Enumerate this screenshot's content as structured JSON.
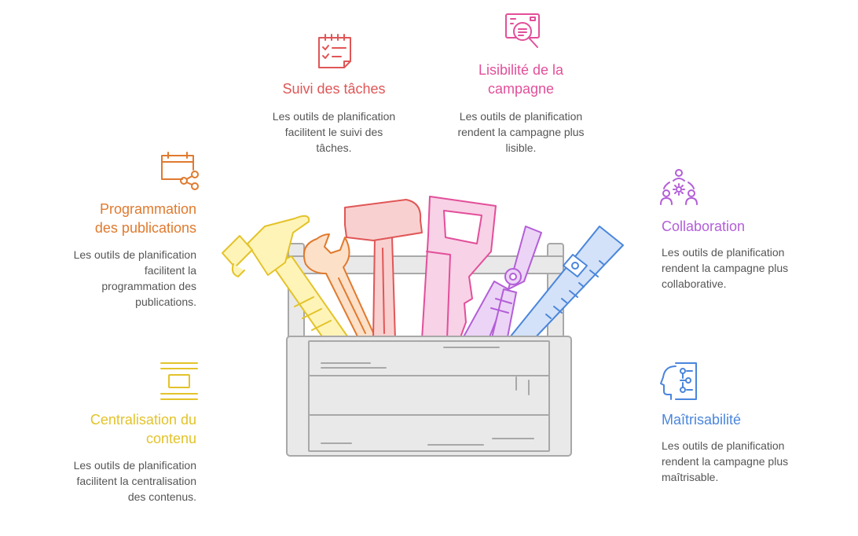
{
  "colors": {
    "suivi": "#e05656",
    "lisibilite": "#e24f9a",
    "programmation": "#e07a2e",
    "collaboration": "#b35ed8",
    "centralisation": "#e3c32a",
    "maitrisabilite": "#4a86dc",
    "box_fill": "#e9e9e9",
    "box_stroke": "#a8a8a8"
  },
  "items": {
    "suivi": {
      "icon": "checklist-icon",
      "title": "Suivi des tâches",
      "desc": [
        "Les outils de planification",
        "facilitent le suivi des",
        "tâches."
      ]
    },
    "lisibilite": {
      "icon": "document-search-icon",
      "title": [
        "Lisibilité de la",
        "campagne"
      ],
      "desc": [
        "Les outils de planification",
        "rendent la campagne plus",
        "lisible."
      ]
    },
    "programmation": {
      "icon": "calendar-share-icon",
      "title": [
        "Programmation",
        "des publications"
      ],
      "desc": [
        "Les outils de planification",
        "facilitent la",
        "programmation des",
        "publications."
      ]
    },
    "collaboration": {
      "icon": "team-gear-icon",
      "title": "Collaboration",
      "desc": [
        "Les outils de planification",
        "rendent la campagne plus",
        "collaborative."
      ]
    },
    "centralisation": {
      "icon": "centered-content-icon",
      "title": [
        "Centralisation du",
        "contenu"
      ],
      "desc": [
        "Les outils de planification",
        "facilitent la centralisation",
        "des contenus."
      ]
    },
    "maitrisabilite": {
      "icon": "head-controls-icon",
      "title": "Maîtrisabilité",
      "desc": [
        "Les outils de planification",
        "rendent la campagne plus",
        "maîtrisable."
      ]
    }
  }
}
